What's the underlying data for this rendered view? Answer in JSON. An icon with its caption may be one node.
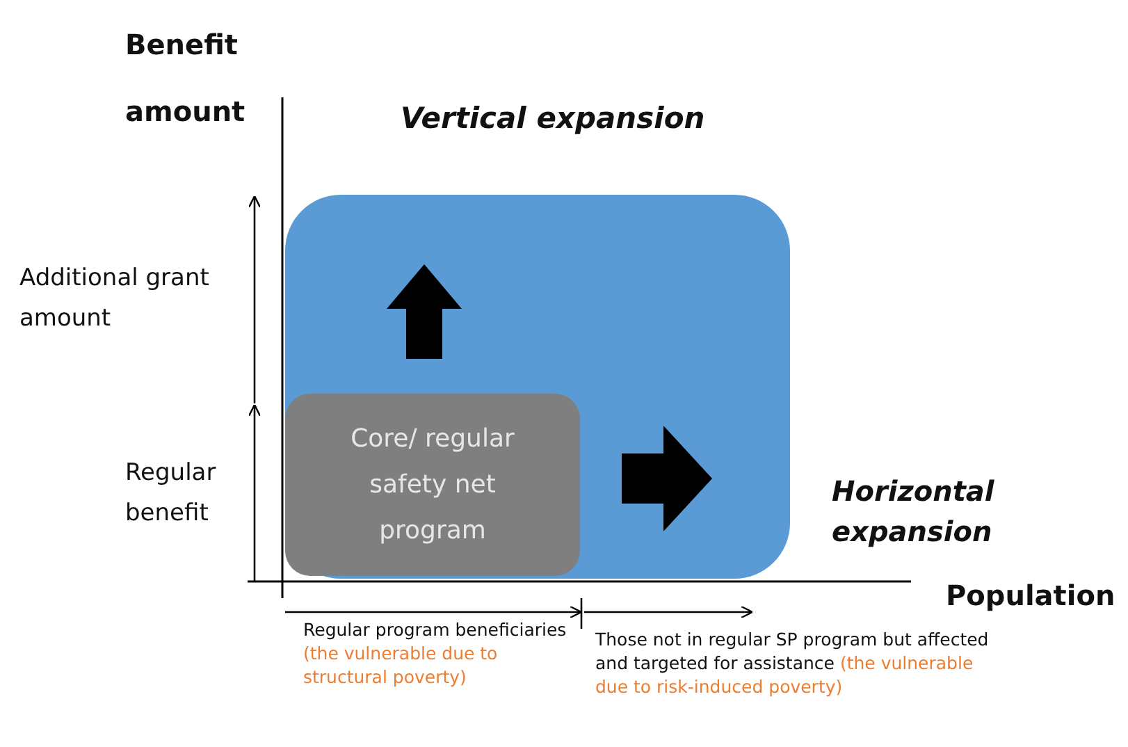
{
  "diagram": {
    "nodes": [
      {
        "text": [],
        "shape": "box"
      },
      {
        "text": [
          "Core/ regular safety net program"
        ],
        "in": 0
      }
    ],
    "labels": [
      "Benefit amount",
      "Vertical expansion",
      "Additional grant amount",
      "Regular benefit",
      "Horizontal expansion",
      "Population",
      "Regular program beneficiaries",
      "(the vulnerable due to structural poverty)",
      "Those not in regular SP program but affected and targeted for assistance",
      "(the vulnerable due to risk-induced poverty)"
    ]
  }
}
